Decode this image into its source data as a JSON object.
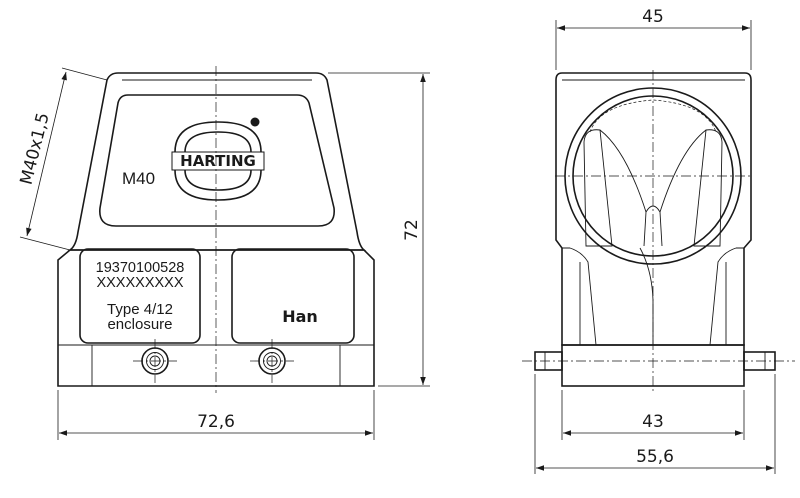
{
  "dimensions": {
    "thread": "M40x1,5",
    "height": "72",
    "front_width": "72,6",
    "side_top_width": "45",
    "side_inner_width": "43",
    "side_overall_width": "55,6"
  },
  "labels": {
    "size": "M40",
    "brand": "HARTING",
    "part_number": "19370100528",
    "placeholder": "XXXXXXXXX",
    "type_line": "Type 4/12",
    "enclosure_line": "enclosure",
    "series": "Han"
  }
}
